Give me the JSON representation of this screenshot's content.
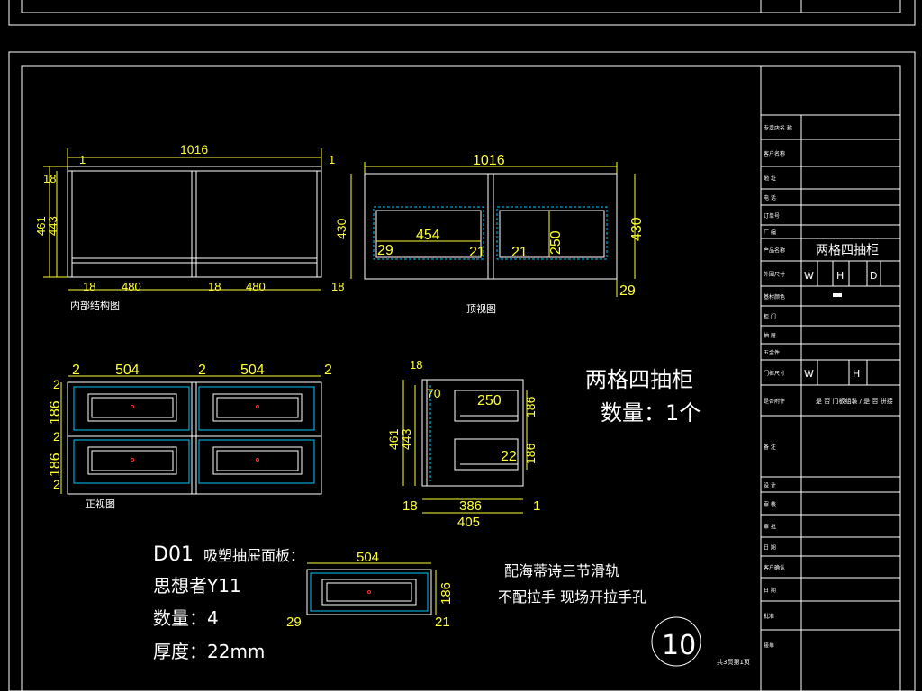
{
  "views": {
    "internal": {
      "label": "内部结构图",
      "width": "1016",
      "one_left": "1",
      "one_right": "1",
      "top": "18",
      "h_outer": "461",
      "h_inner": "443",
      "bottom": [
        "18",
        "480",
        "18",
        "480",
        "18"
      ]
    },
    "top": {
      "label": "顶视图",
      "width": "1016",
      "inner": "454",
      "left": "29",
      "mid1": "21",
      "mid2": "21",
      "depth": "250",
      "side": "430",
      "right": "29"
    },
    "front": {
      "label": "正视图",
      "top_dims": [
        "2",
        "504",
        "2",
        "504",
        "2"
      ],
      "left_dims": [
        "2",
        "186",
        "2",
        "186",
        "2"
      ]
    },
    "side": {
      "top": "18",
      "h_outer": "461",
      "h_inner": "443",
      "gap": "70",
      "drawer": "250",
      "d1": "186",
      "d2": "186",
      "d3": "22",
      "bottom_l": "18",
      "bottom_mid": "386",
      "bottom_r": "1",
      "total": "405"
    },
    "panel": {
      "width": "504",
      "height": "186",
      "left": "29",
      "right": "21"
    }
  },
  "notes": {
    "title": "两格四抽柜",
    "qty": "数量：1个",
    "d01": "D01",
    "d01_desc": "吸塑抽屉面板：",
    "model": "思想者Y11",
    "count": "数量：4",
    "thickness": "厚度：22mm",
    "slide": "配海蒂诗三节滑轨",
    "handle": "不配拉手   现场开拉手孔",
    "page_no": "10",
    "sheet": "共3页第1页"
  },
  "titleblock": {
    "rows": [
      {
        "label": "专卖店名  称",
        "value": ""
      },
      {
        "label": "客户名称",
        "value": ""
      },
      {
        "label": "地  址",
        "value": ""
      },
      {
        "label": "电  话",
        "value": ""
      },
      {
        "label": "订单号",
        "value": ""
      },
      {
        "label": "厂  编",
        "value": ""
      },
      {
        "label": "产品名称",
        "value": "两格四抽柜"
      },
      {
        "label": "外围尺寸",
        "value": ""
      },
      {
        "label": "基材颜色",
        "value": ""
      },
      {
        "label": "柜  门",
        "value": ""
      },
      {
        "label": "抽  屉",
        "value": ""
      },
      {
        "label": "五金件",
        "value": ""
      },
      {
        "label": "门框尺寸",
        "value": ""
      },
      {
        "label": "是否附件",
        "value": "是 否 门板组装 / 是 否 拼接"
      },
      {
        "label": "备  注",
        "value": ""
      },
      {
        "label": "设  计",
        "value": ""
      },
      {
        "label": "审  核",
        "value": ""
      },
      {
        "label": "审  批",
        "value": ""
      },
      {
        "label": "日  期",
        "value": ""
      },
      {
        "label": "客户确认",
        "value": ""
      },
      {
        "label": "日  期",
        "value": ""
      },
      {
        "label": "批准",
        "value": ""
      },
      {
        "label": "接单",
        "value": ""
      }
    ],
    "w": "W",
    "h": "H",
    "d": "D"
  }
}
